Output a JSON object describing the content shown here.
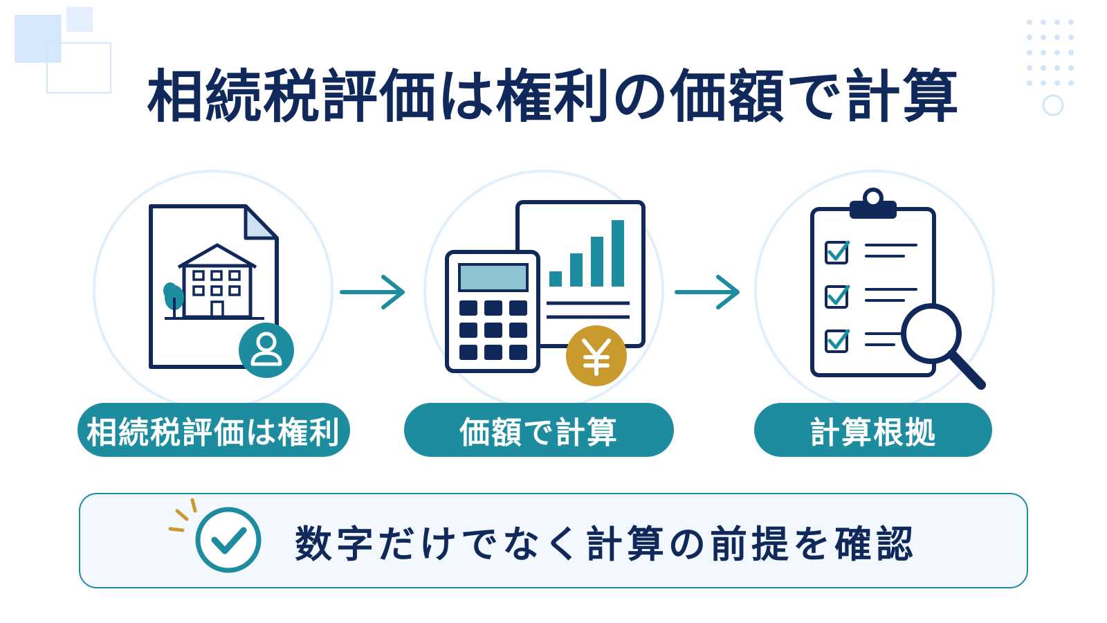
{
  "title": "相続税評価は権利の価額で計算",
  "steps": [
    {
      "label": "相続税評価は権利",
      "icon": "property-document-icon"
    },
    {
      "label": "価額で計算",
      "icon": "calculator-chart-yen-icon"
    },
    {
      "label": "計算根拠",
      "icon": "checklist-magnifier-icon"
    }
  ],
  "note": {
    "text": "数字だけでなく計算の前提を確認",
    "icon": "check-circle-icon"
  },
  "colors": {
    "navy": "#10295a",
    "teal": "#1c8c9e",
    "gold": "#c99a2e",
    "light_blue": "#e1eefb"
  }
}
